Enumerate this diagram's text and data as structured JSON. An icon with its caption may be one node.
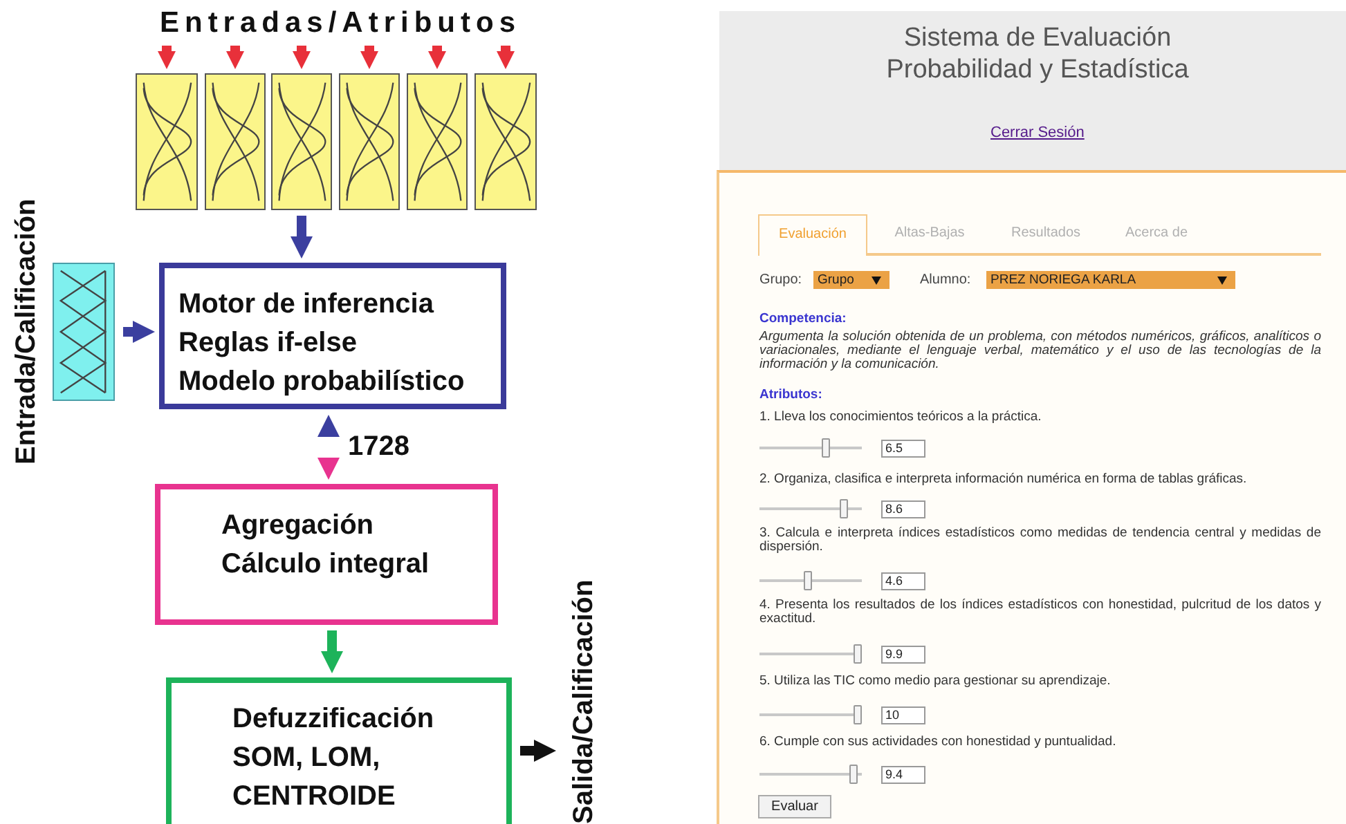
{
  "diagram": {
    "nodes": [
      {
        "text": [
          "Entradas/Atributos"
        ]
      },
      {
        "text": [],
        "shape": "picture"
      },
      {
        "text": [],
        "shape": "picture"
      },
      {
        "text": [],
        "shape": "picture"
      },
      {
        "text": [],
        "shape": "picture"
      },
      {
        "text": [],
        "shape": "picture"
      },
      {
        "text": [],
        "shape": "picture"
      },
      {
        "text": [],
        "shape": "picture",
        "beside": [
          "Entrada/Calificación"
        ]
      },
      {
        "text": [
          "Motor de inferencia",
          "Reglas if-else",
          "Modelo probabilístico"
        ]
      },
      {
        "text": [
          "Agregación",
          "Cálculo integral"
        ]
      },
      {
        "text": [
          "Defuzzificación",
          "SOM, LOM, CENTROIDE"
        ]
      },
      {
        "text": [
          "Salida/Calificación"
        ]
      }
    ],
    "edges": [
      {
        "from": 0,
        "to": 1,
        "arrow": "to",
        "color": "#e8303a"
      },
      {
        "from": 0,
        "to": 2,
        "arrow": "to",
        "color": "#e8303a"
      },
      {
        "from": 0,
        "to": 3,
        "arrow": "to",
        "color": "#e8303a"
      },
      {
        "from": 0,
        "to": 4,
        "arrow": "to",
        "color": "#e8303a"
      },
      {
        "from": 0,
        "to": 5,
        "arrow": "to",
        "color": "#e8303a"
      },
      {
        "from": 0,
        "to": 6,
        "arrow": "to",
        "color": "#e8303a"
      },
      {
        "from": 3,
        "to": 8,
        "arrow": "to",
        "color": "#3b3f9f"
      },
      {
        "from": 7,
        "to": 8,
        "arrow": "to",
        "color": "#3b3f9f"
      },
      {
        "from": 8,
        "to": 9,
        "arrow": "both",
        "label": "1728",
        "color": "#3b3f9f"
      },
      {
        "from": 9,
        "to": 10,
        "arrow": "to",
        "color": "#1db35a"
      },
      {
        "from": 10,
        "to": 11,
        "arrow": "to",
        "color": "#111111"
      }
    ],
    "labels": [
      "Sistema de Evaluación Probabilidad y Estadística",
      "Cerrar Sesión",
      "Evaluación",
      "Altas-Bajas",
      "Resultados",
      "Acerca de",
      "Grupo:",
      "Grupo",
      "Alumno:",
      "PREZ NORIEGA KARLA",
      "Competencia:",
      "Argumenta la solución obtenida de un problema, con métodos numéricos, gráficos, analíticos o variacionales, mediante el lenguaje verbal, matemático y el uso de las tecnologías de la información y la comunicación.",
      "Atributos:",
      "1. Lleva los conocimientos teóricos a la práctica.",
      "6.5",
      "2. Organiza, clasifica e interpreta información numérica en forma de tablas gráficas.",
      "8.6",
      "3. Calcula e interpreta índices estadísticos como medidas de tendencia central y medidas de dispersión.",
      "4.6",
      "4. Presenta los resultados de los índices estadísticos con honestidad, pulcritud de los datos y exactitud.",
      "9.9",
      "5. Utiliza las TIC como medio para gestionar su aprendizaje.",
      "10",
      "6. Cumple con sus actividades con honestidad y puntualidad.",
      "9.4",
      "Evaluar"
    ]
  }
}
